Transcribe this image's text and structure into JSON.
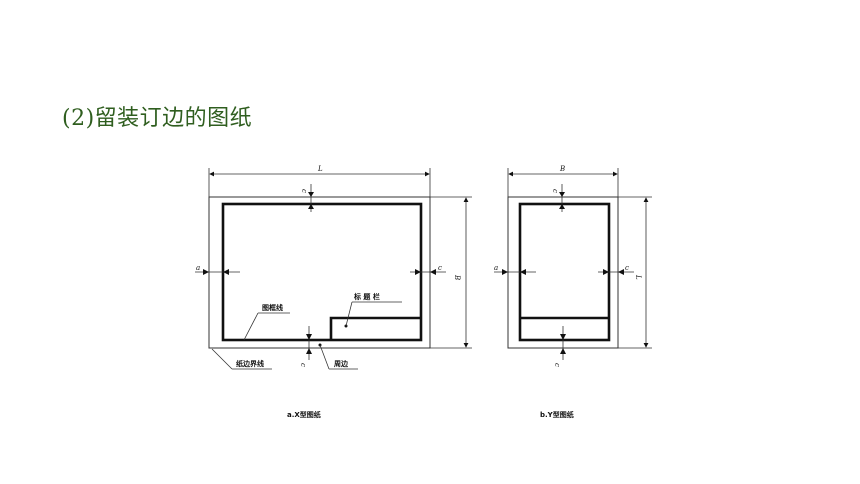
{
  "heading": "(2)留装订边的图纸",
  "x_drawing": {
    "caption": "a.X型图纸",
    "dim_L": "L",
    "dim_B": "B",
    "dim_a": "a",
    "dim_c_top": "c",
    "dim_c_right": "c",
    "dim_c_bottom": "c",
    "label_frame_line": "图框线",
    "label_title_block": "标 题 栏",
    "label_paper_edge": "纸边界线",
    "label_margin": "周边"
  },
  "y_drawing": {
    "caption": "b.Y型图纸",
    "dim_B": "B",
    "dim_L": "L",
    "dim_a": "a",
    "dim_c_top": "c",
    "dim_c_right": "c",
    "dim_c_bottom": "c"
  }
}
